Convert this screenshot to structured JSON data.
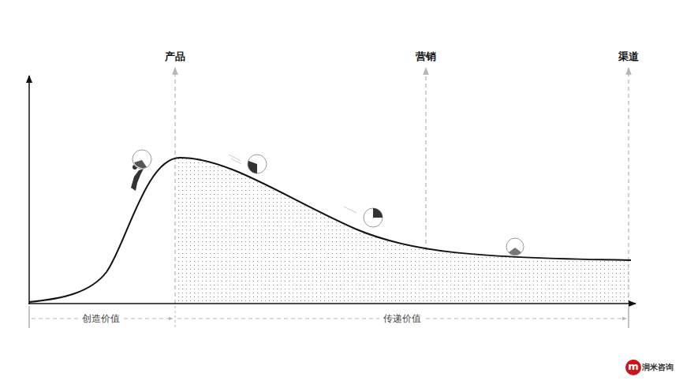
{
  "diagram": {
    "labels": [
      "产品",
      "营销",
      "渠道",
      "创造价值",
      "传递价值",
      "m",
      "润米咨询"
    ]
  }
}
